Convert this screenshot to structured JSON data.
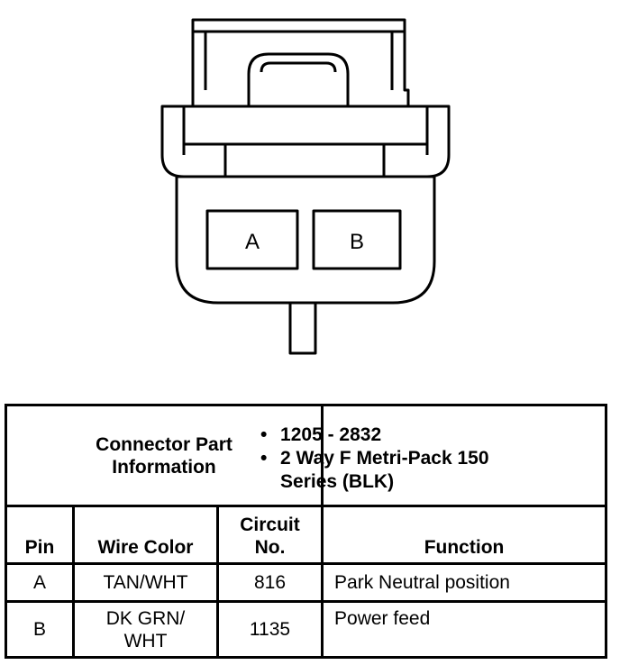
{
  "connector": {
    "pin_a_label": "A",
    "pin_b_label": "B"
  },
  "table": {
    "part_info_header": "Connector Part Information",
    "part_numbers": [
      "1205 - 2832",
      "2 Way F Metri-Pack 150 Series (BLK)"
    ],
    "columns": {
      "pin": "Pin",
      "wire_color": "Wire Color",
      "circuit_no": "Circuit No.",
      "function": "Function"
    },
    "rows": [
      {
        "pin": "A",
        "wire_color": "TAN/WHT",
        "circuit_no": "816",
        "function": "Park Neutral position"
      },
      {
        "pin": "B",
        "wire_color": "DK GRN/ WHT",
        "circuit_no": "1135",
        "function": "Power feed"
      }
    ]
  }
}
